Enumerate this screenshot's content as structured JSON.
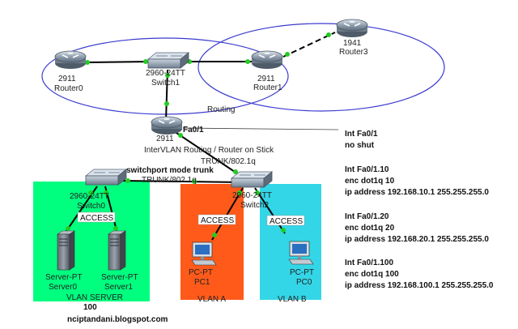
{
  "colors": {
    "vlan_server_bg": "#00ff7f",
    "vlan_a_bg": "#ff5a1a",
    "vlan_b_bg": "#33d6e6",
    "ellipse": "#3a3ad0",
    "link": "#000000",
    "port_dot": "#22cc22"
  },
  "routers": {
    "router0": {
      "model": "2911",
      "name": "Router0"
    },
    "router1": {
      "model": "2911",
      "name": "Router1"
    },
    "router3": {
      "model": "1941",
      "name": "Router3"
    },
    "rstick": {
      "model": "2911",
      "port": "Fa0/1",
      "caption": "InterVLAN Routing / Router on Stick"
    }
  },
  "switches": {
    "switch1": {
      "model": "2960-24TT",
      "name": "Switch1"
    },
    "switch0": {
      "model": "2960-24TT",
      "name": "Switch0"
    },
    "switch2": {
      "model": "2960-24TT",
      "name": "Switch2"
    }
  },
  "ellipse_label": "Routing",
  "trunk": {
    "upper": "TRUNK/802.1q",
    "lower": "TRUNK/802.1q",
    "mode": "switchport mode trunk"
  },
  "access_label": "ACCESS",
  "hosts": {
    "server0": {
      "type": "Server-PT",
      "name": "Server0"
    },
    "server1": {
      "type": "Server-PT",
      "name": "Server1"
    },
    "pc1": {
      "type": "PC-PT",
      "name": "PC1"
    },
    "pc0": {
      "type": "PC-PT",
      "name": "PC0"
    }
  },
  "vlans": {
    "server_line1": "VLAN SERVER",
    "server_line2": "100",
    "a": "VLAN A",
    "b": "VLAN B"
  },
  "website": "nciptandani.blogspot.com",
  "config": [
    {
      "title": "Int Fa0/1",
      "lines": [
        "no shut"
      ]
    },
    {
      "title": "Int Fa0/1.10",
      "lines": [
        "enc dot1q 10",
        "ip address 192.168.10.1 255.255.255.0"
      ]
    },
    {
      "title": "Int Fa0/1.20",
      "lines": [
        "enc dot1q 20",
        "ip address 192.168.20.1 255.255.255.0"
      ]
    },
    {
      "title": "Int Fa0/1.100",
      "lines": [
        "enc dot1q 100",
        "ip address 192.168.100.1 255.255.255.0"
      ]
    }
  ]
}
